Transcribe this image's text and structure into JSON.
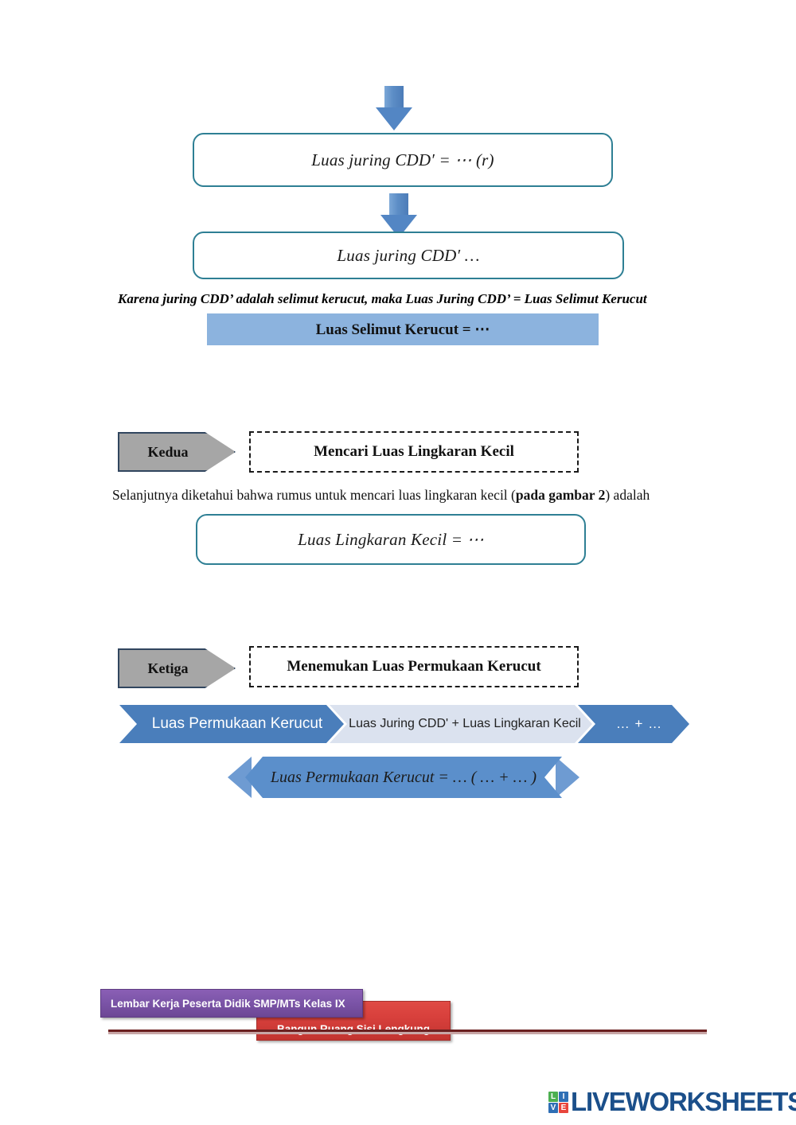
{
  "document": {
    "language": "id",
    "kind": "worksheet-page"
  },
  "flow_top": {
    "arrow_1": "down-arrow",
    "box_1": "Luas juring CDD′ = ⋯ (r)",
    "arrow_2": "down-arrow",
    "box_2": "Luas juring CDD′ …"
  },
  "conclusion": {
    "caption": "Karena juring CDD’ adalah selimut kerucut, maka Luas Juring CDD’ = Luas Selimut Kerucut",
    "highlight": "Luas Selimut Kerucut = ⋯"
  },
  "step_two": {
    "tag": "Kedua",
    "title": "Mencari Luas Lingkaran Kecil",
    "paragraph_before": "Selanjutnya diketahui bahwa rumus untuk mencari luas lingkaran kecil (",
    "paragraph_bold": "pada gambar 2",
    "paragraph_after": ") adalah",
    "formula": "Luas Lingkaran Kecil = ⋯"
  },
  "step_three": {
    "tag": "Ketiga",
    "title": "Menemukan Luas Permukaan Kerucut",
    "chevrons": [
      {
        "label": "Luas Permukaan Kerucut",
        "style": "blue"
      },
      {
        "label": "Luas Juring CDD' + Luas Lingkaran Kecil",
        "style": "light"
      },
      {
        "label": "… + …",
        "style": "blue"
      }
    ],
    "result_banner": "Luas Permukaan Kerucut =  … ( … +  … )"
  },
  "footer": {
    "purple_label": "Lembar Kerja Peserta Didik SMP/MTs Kelas IX",
    "red_label": "Bangun Ruang Sisi Lengkung"
  },
  "brand": {
    "tiles": [
      {
        "letter": "L",
        "color": "#4CAF50"
      },
      {
        "letter": "I",
        "color": "#2F6FB5"
      },
      {
        "letter": "V",
        "color": "#2F6FB5"
      },
      {
        "letter": "E",
        "color": "#E8453C"
      }
    ],
    "wordmark": "LIVEWORKSHEETS",
    "wordmark_color": "#1B4F8A"
  },
  "colors": {
    "teal_border": "#2E7F94",
    "blue_arrow": "#5386C4",
    "blue_highlight": "#8CB3DE",
    "chevron_blue": "#4A7EBB",
    "chevron_light": "#DBE2EF",
    "step_tag_fill": "#A6A6A6",
    "step_tag_border": "#31465F",
    "footer_purple": "#7C55A8",
    "footer_red": "#D8403C"
  }
}
